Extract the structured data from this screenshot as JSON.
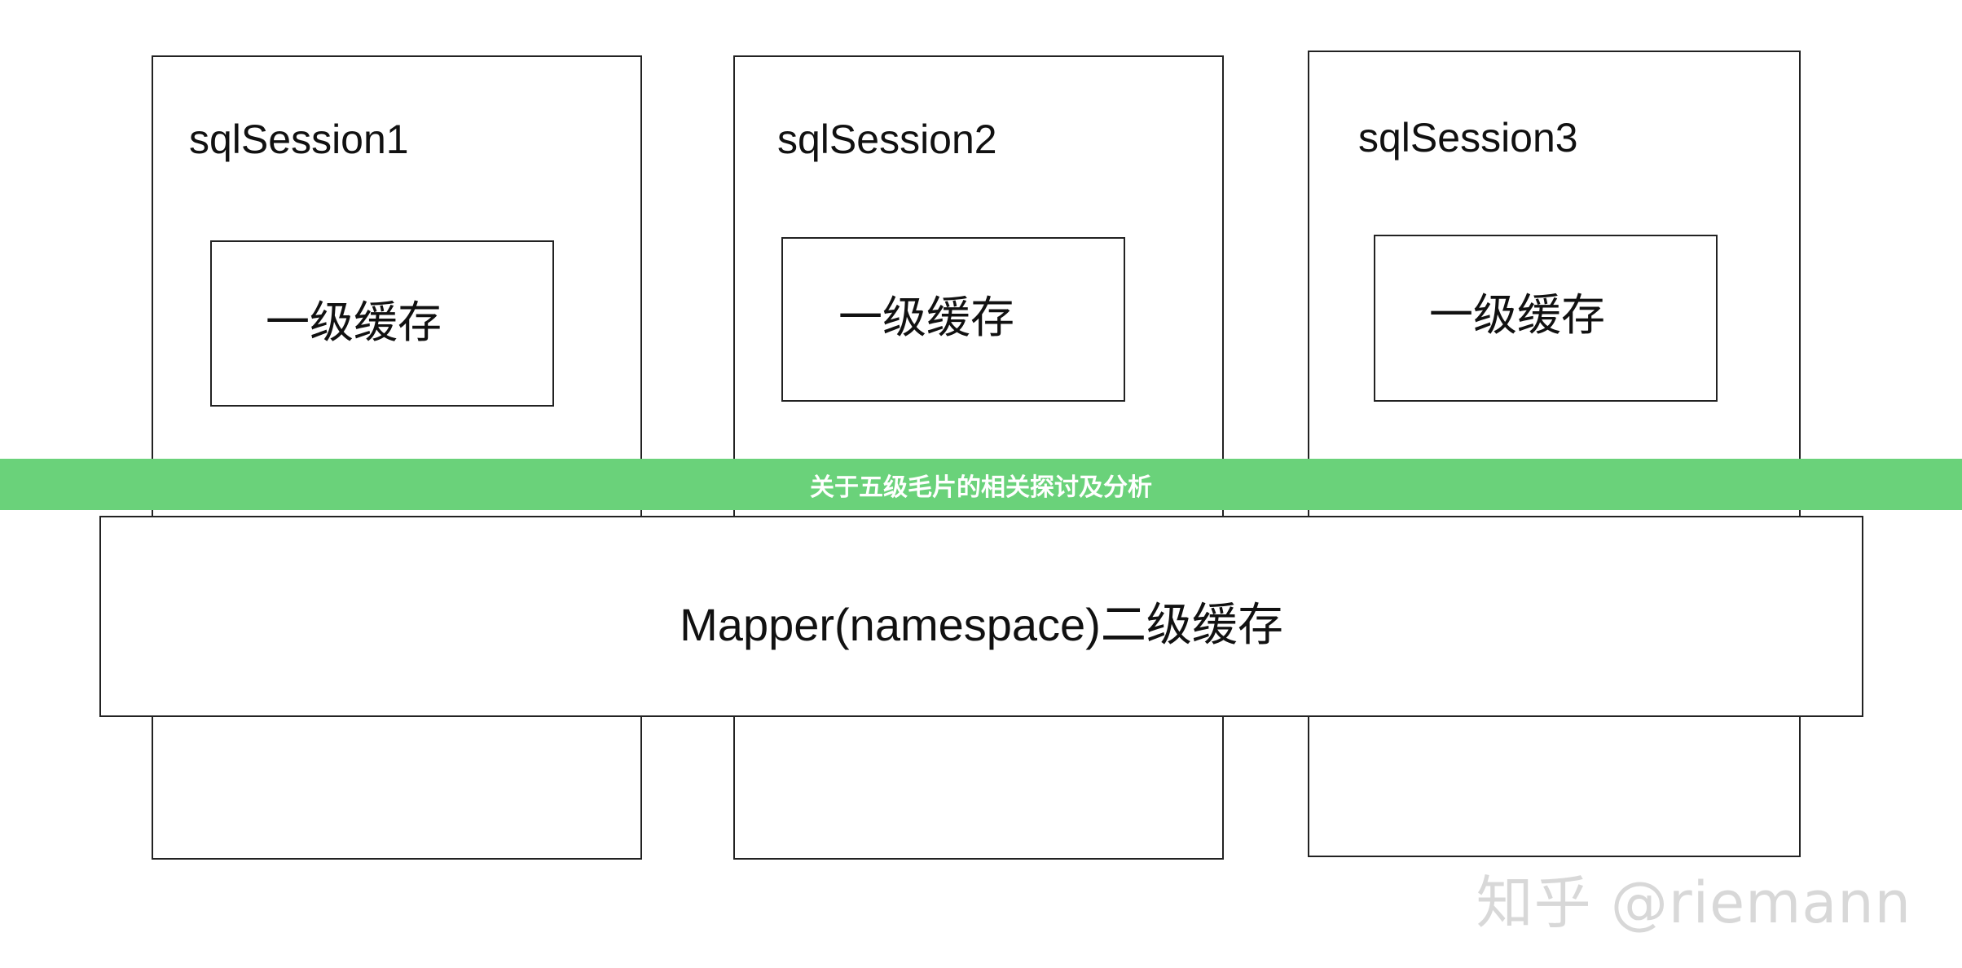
{
  "sessions": [
    {
      "title": "sqlSession1",
      "cache": "一级缓存"
    },
    {
      "title": "sqlSession2",
      "cache": "一级缓存"
    },
    {
      "title": "sqlSession3",
      "cache": "一级缓存"
    }
  ],
  "mapper": {
    "label": "Mapper(namespace)二级缓存"
  },
  "banner": {
    "text": "关于五级毛片的相关探讨及分析"
  },
  "watermark": {
    "text": "知乎 @riemann"
  },
  "colors": {
    "banner": "#6ad27a",
    "lines": "#222222",
    "watermark": "#d8d8d8"
  }
}
